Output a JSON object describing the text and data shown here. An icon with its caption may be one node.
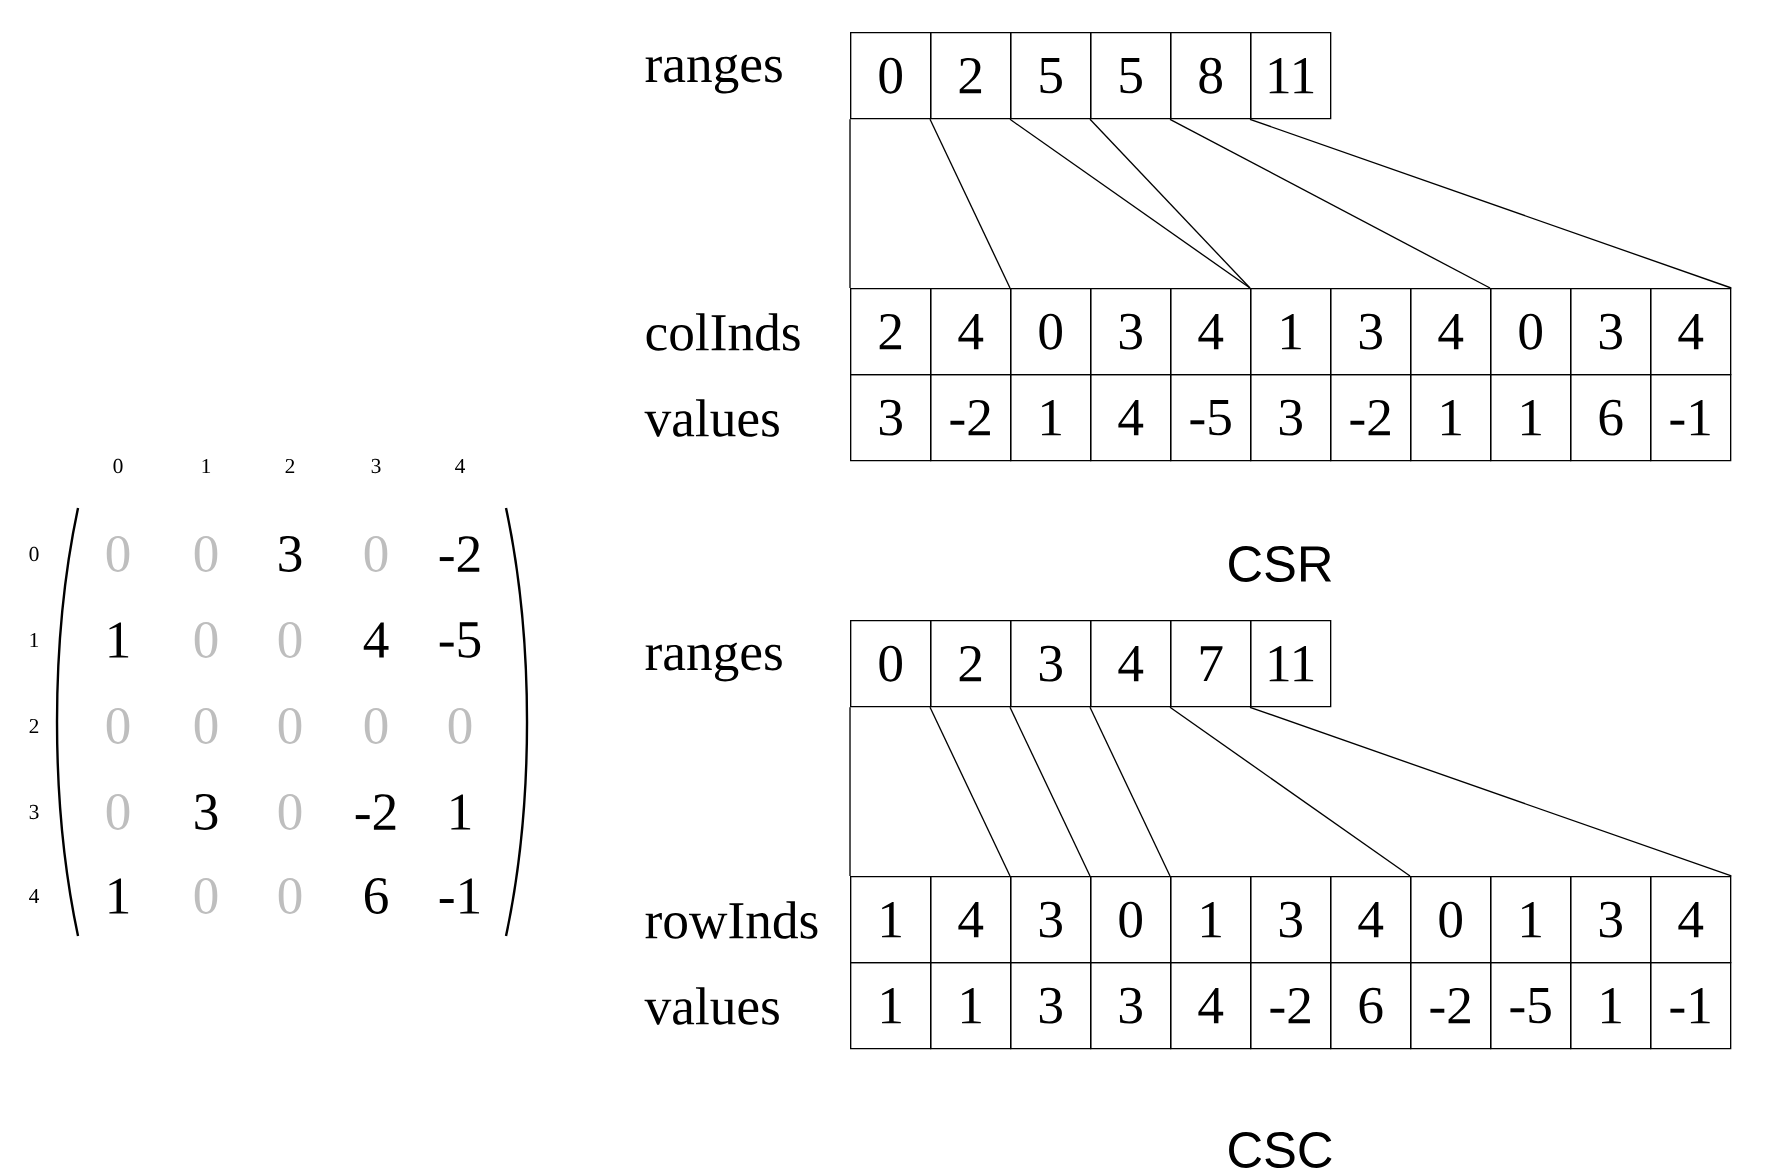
{
  "diagram": {
    "nodes": [
      {
        "text": [
          "0"
        ]
      },
      {
        "text": [
          "2"
        ]
      },
      {
        "text": [
          "5"
        ]
      },
      {
        "text": [
          "5"
        ]
      },
      {
        "text": [
          "8"
        ]
      },
      {
        "text": [
          "11"
        ]
      },
      {
        "text": [
          "2"
        ]
      },
      {
        "text": [
          "4"
        ]
      },
      {
        "text": [
          "0"
        ]
      },
      {
        "text": [
          "3"
        ]
      },
      {
        "text": [
          "4"
        ]
      },
      {
        "text": [
          "1"
        ]
      },
      {
        "text": [
          "3"
        ]
      },
      {
        "text": [
          "4"
        ]
      },
      {
        "text": [
          "0"
        ]
      },
      {
        "text": [
          "3"
        ]
      },
      {
        "text": [
          "4"
        ]
      },
      {
        "text": [
          "3"
        ]
      },
      {
        "text": [
          "-2"
        ]
      },
      {
        "text": [
          "1"
        ]
      },
      {
        "text": [
          "4"
        ]
      },
      {
        "text": [
          "-5"
        ]
      },
      {
        "text": [
          "3"
        ]
      },
      {
        "text": [
          "-2"
        ]
      },
      {
        "text": [
          "1"
        ]
      },
      {
        "text": [
          "1"
        ]
      },
      {
        "text": [
          "6"
        ]
      },
      {
        "text": [
          "-1"
        ]
      },
      {
        "text": [
          "0"
        ]
      },
      {
        "text": [
          "2"
        ]
      },
      {
        "text": [
          "3"
        ]
      },
      {
        "text": [
          "4"
        ]
      },
      {
        "text": [
          "7"
        ]
      },
      {
        "text": [
          "11"
        ]
      },
      {
        "text": [
          "1"
        ]
      },
      {
        "text": [
          "4"
        ]
      },
      {
        "text": [
          "3"
        ]
      },
      {
        "text": [
          "0"
        ]
      },
      {
        "text": [
          "1"
        ]
      },
      {
        "text": [
          "3"
        ]
      },
      {
        "text": [
          "4"
        ]
      },
      {
        "text": [
          "0"
        ]
      },
      {
        "text": [
          "1"
        ]
      },
      {
        "text": [
          "3"
        ]
      },
      {
        "text": [
          "4"
        ]
      },
      {
        "text": [
          "1"
        ]
      },
      {
        "text": [
          "1"
        ]
      },
      {
        "text": [
          "3"
        ]
      },
      {
        "text": [
          "3"
        ]
      },
      {
        "text": [
          "4"
        ]
      },
      {
        "text": [
          "-2"
        ]
      },
      {
        "text": [
          "6"
        ]
      },
      {
        "text": [
          "-2"
        ]
      },
      {
        "text": [
          "-5"
        ]
      },
      {
        "text": [
          "1"
        ]
      },
      {
        "text": [
          "-1"
        ]
      }
    ],
    "edges": [
      {
        "from": 0,
        "to": 6,
        "arrow": "none"
      },
      {
        "from": 1,
        "to": 8,
        "arrow": "none"
      },
      {
        "from": 2,
        "to": 11,
        "arrow": "none"
      },
      {
        "from": 3,
        "to": 11,
        "arrow": "none"
      },
      {
        "from": 4,
        "to": 14,
        "arrow": "none"
      },
      {
        "from": 5,
        "to": 16,
        "arrow": "none"
      },
      {
        "from": 28,
        "to": 34,
        "arrow": "none"
      },
      {
        "from": 29,
        "to": 36,
        "arrow": "none"
      },
      {
        "from": 30,
        "to": 37,
        "arrow": "none"
      },
      {
        "from": 31,
        "to": 38,
        "arrow": "none"
      },
      {
        "from": 32,
        "to": 41,
        "arrow": "none"
      },
      {
        "from": 33,
        "to": 44,
        "arrow": "none"
      }
    ],
    "labels": [
      "ranges",
      "colInds",
      "values",
      "CSR",
      "ranges",
      "rowInds",
      "values",
      "CSC",
      "0",
      "1",
      "2",
      "3",
      "4",
      "0",
      "0",
      "0",
      "3",
      "0",
      "-2",
      "1",
      "1",
      "0",
      "0",
      "4",
      "-5",
      "2",
      "0",
      "0",
      "0",
      "0",
      "0",
      "3",
      "0",
      "3",
      "0",
      "-2",
      "1",
      "4",
      "1",
      "0",
      "0",
      "6",
      "-1"
    ]
  }
}
